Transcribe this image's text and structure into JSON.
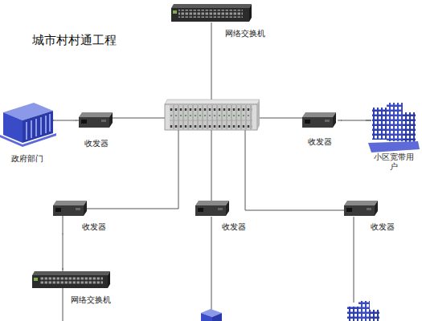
{
  "diagram": {
    "title": "城市村村通工程",
    "nodes": [
      {
        "text": [
          "网络交换机"
        ]
      },
      {
        "text": [
          "政府部门"
        ]
      },
      {
        "text": [
          "收发器"
        ]
      },
      {
        "text": [
          "收发器"
        ]
      },
      {
        "text": [
          "小区宽带用户"
        ]
      },
      {
        "text": [
          "收发器"
        ]
      },
      {
        "text": [
          "收发器"
        ]
      },
      {
        "text": [
          "收发器"
        ]
      },
      {
        "text": [
          "网络交换机"
        ]
      }
    ],
    "edges": [
      {
        "from": 1,
        "to": 2,
        "arrow": "none"
      },
      {
        "from": 3,
        "to": 4,
        "arrow": "none"
      },
      {
        "from": 5,
        "to": 8,
        "arrow": "none"
      }
    ]
  }
}
